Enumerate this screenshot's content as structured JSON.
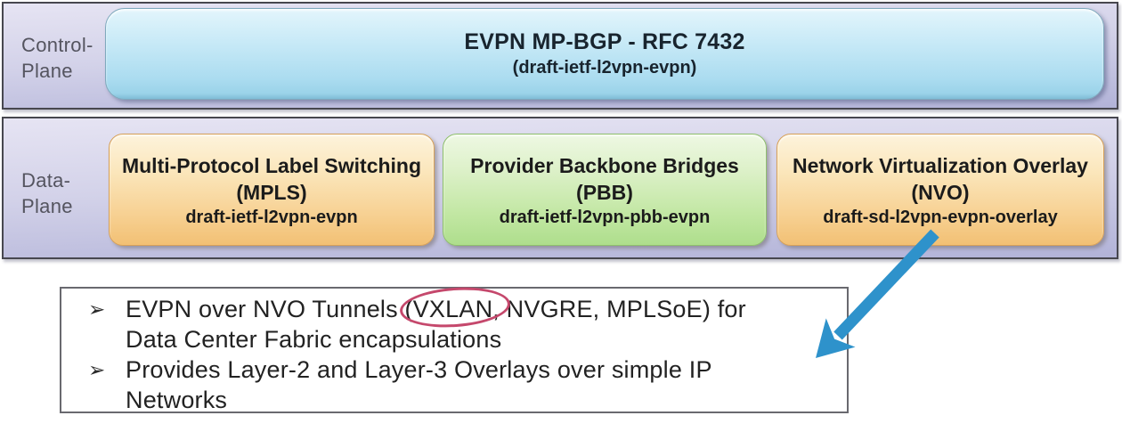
{
  "control_plane_row": {
    "label_line1": "Control-",
    "label_line2": "Plane",
    "box": {
      "title": "EVPN MP-BGP - RFC 7432",
      "subtitle": "(draft-ietf-l2vpn-evpn)"
    }
  },
  "data_plane_row": {
    "label_line1": "Data-",
    "label_line2": "Plane",
    "boxes": [
      {
        "title_line1": "Multi-Protocol Label Switching",
        "title_line2": "(MPLS)",
        "draft": "draft-ietf-l2vpn-evpn",
        "variant": "orange"
      },
      {
        "title_line1": "Provider Backbone Bridges",
        "title_line2": "(PBB)",
        "draft": "draft-ietf-l2vpn-pbb-evpn",
        "variant": "green"
      },
      {
        "title_line1": "Network Virtualization Overlay",
        "title_line2": "(NVO)",
        "draft": "draft-sd-l2vpn-evpn-overlay",
        "variant": "orange"
      }
    ]
  },
  "notes_box": {
    "bullet_marker": "➢",
    "bullets": [
      {
        "line1_prefix": "EVPN over NVO Tunnels ",
        "line1_circled": "(VXLAN,",
        "line1_suffix": " NVGRE, MPLSoE) for",
        "line2": "Data Center Fabric encapsulations"
      },
      {
        "line1": "Provides Layer-2 and Layer-3 Overlays over simple IP",
        "line2": "Networks"
      }
    ]
  },
  "colors": {
    "band_gradient_top": "#e6e4f3",
    "band_gradient_bottom": "#b2b3d8",
    "band_border": "#47474f",
    "control_box_top": "#e3f5fc",
    "control_box_bottom": "#9bd3e9",
    "orange_box_top": "#fdf3dc",
    "orange_box_bottom": "#f2c074",
    "green_box_top": "#eef8e3",
    "green_box_bottom": "#aede8c",
    "arrow_blue": "#2e92cb",
    "ellipse_red": "#c5486c",
    "notes_border": "#69696f",
    "label_gray": "#54545f"
  }
}
